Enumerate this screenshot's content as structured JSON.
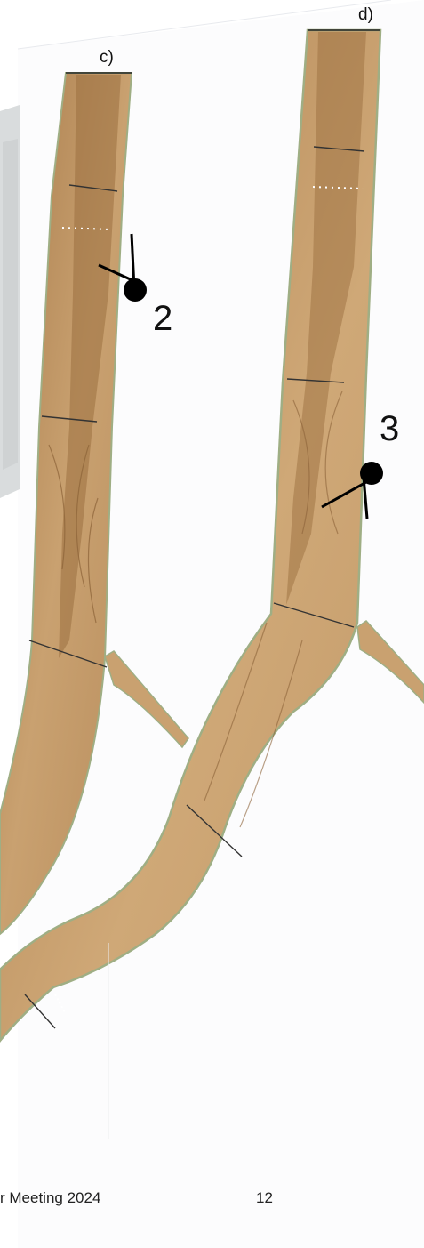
{
  "panels": {
    "c": {
      "label": "c)"
    },
    "d": {
      "label": "d)"
    }
  },
  "markers": [
    {
      "number": "2"
    },
    {
      "number": "3"
    }
  ],
  "footer": {
    "event_text": "r Meeting 2024",
    "page_number": "12"
  },
  "colors": {
    "channel_light": "#d2b07f",
    "channel_mid": "#b9895a",
    "channel_dark": "#8f6639",
    "bank_green": "#9fae84",
    "marker": "#000000"
  }
}
